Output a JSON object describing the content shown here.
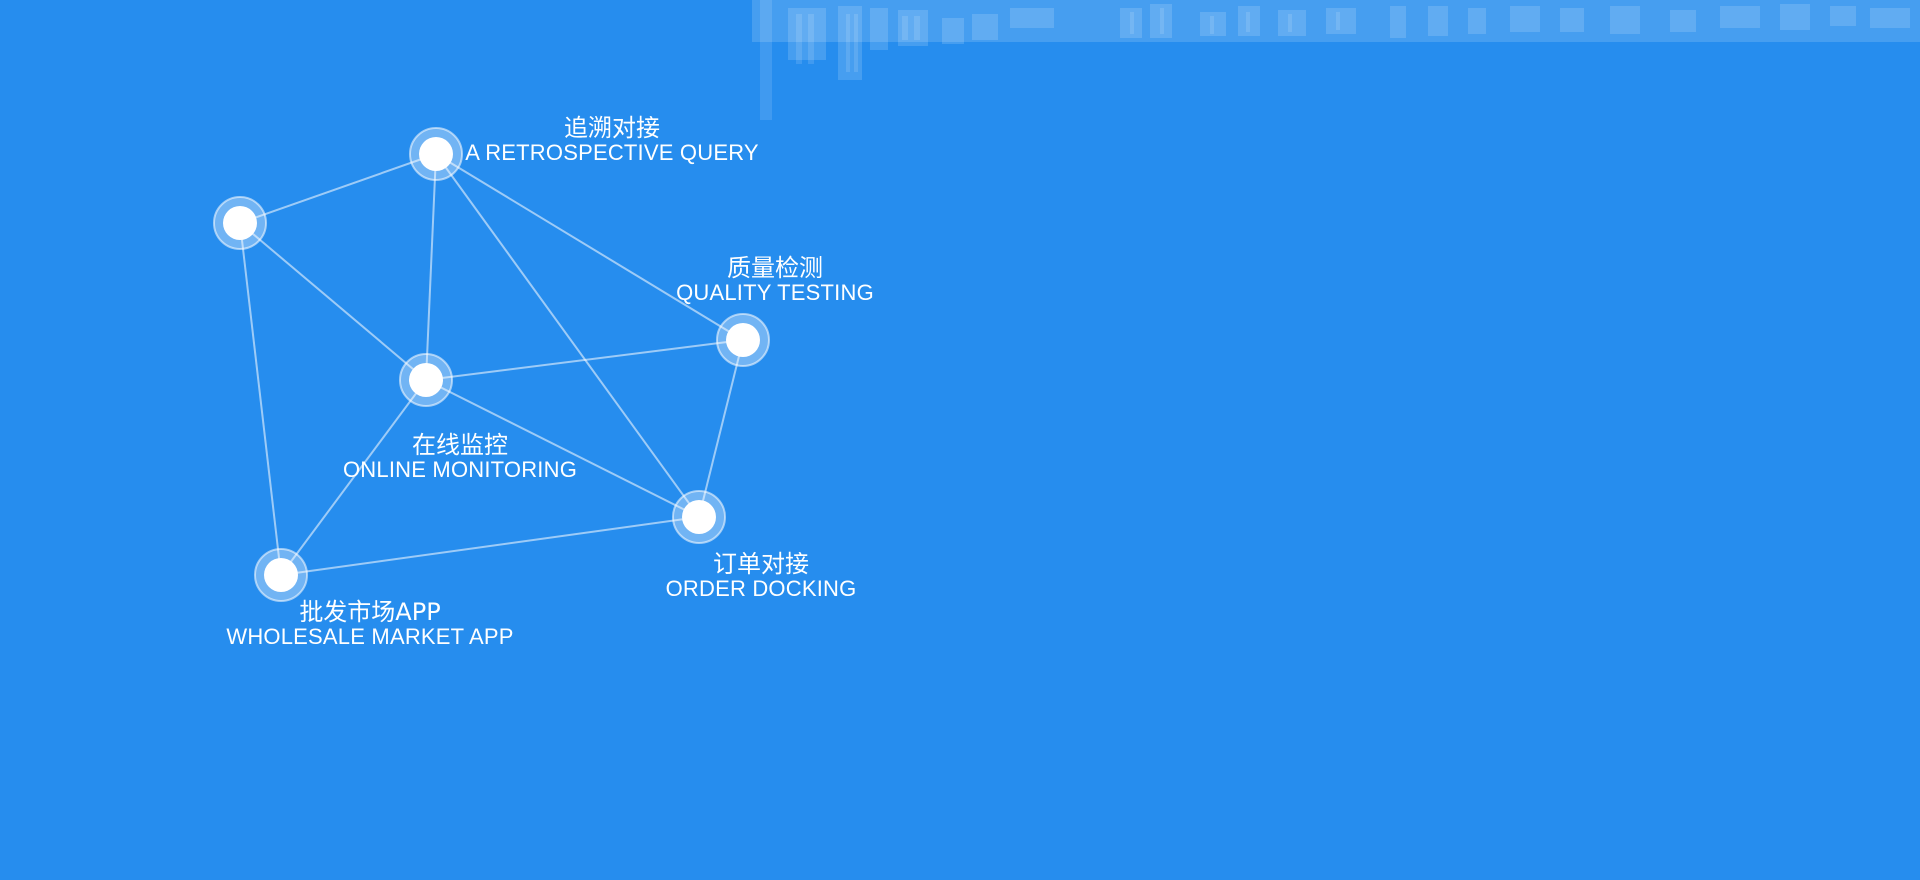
{
  "colors": {
    "background": "#268dee",
    "node": "#ffffff",
    "edge": "rgba(255,255,255,0.55)"
  },
  "nodes": [
    {
      "id": "retrospective"
    },
    {
      "id": "left-top"
    },
    {
      "id": "quality"
    },
    {
      "id": "monitoring"
    },
    {
      "id": "order"
    },
    {
      "id": "wholesale"
    }
  ],
  "edges": [
    [
      "left-top",
      "retrospective"
    ],
    [
      "left-top",
      "monitoring"
    ],
    [
      "left-top",
      "wholesale"
    ],
    [
      "retrospective",
      "monitoring"
    ],
    [
      "retrospective",
      "quality"
    ],
    [
      "retrospective",
      "order"
    ],
    [
      "monitoring",
      "quality"
    ],
    [
      "monitoring",
      "order"
    ],
    [
      "monitoring",
      "wholesale"
    ],
    [
      "quality",
      "order"
    ],
    [
      "wholesale",
      "order"
    ]
  ],
  "labels": {
    "retrospective": {
      "cn": "追溯对接",
      "en": "A RETROSPECTIVE QUERY"
    },
    "quality": {
      "cn": "质量检测",
      "en": "QUALITY TESTING"
    },
    "monitoring": {
      "cn": "在线监控",
      "en": "ONLINE MONITORING"
    },
    "order": {
      "cn": "订单对接",
      "en": "ORDER DOCKING"
    },
    "wholesale": {
      "cn": "批发市场APP",
      "en": "WHOLESALE MARKET APP"
    }
  }
}
